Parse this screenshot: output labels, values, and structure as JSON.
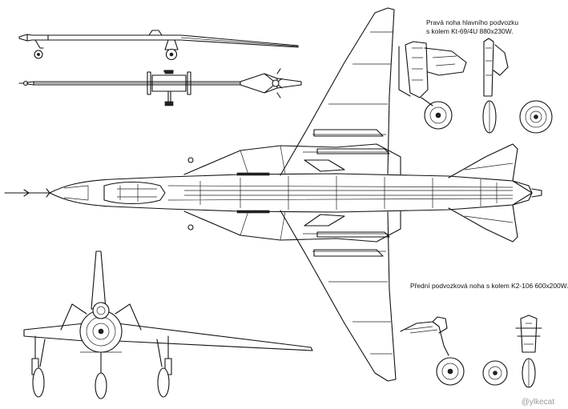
{
  "captions": {
    "main_gear_line1": "Pravá noha hlavního podvozku",
    "main_gear_line2": "s kolem Kt-69/4U 880x230W.",
    "nose_gear": "Přední podvozková noha s kolem K2-106 600x200W."
  },
  "watermark": "@ylkecat",
  "colors": {
    "ink": "#111111",
    "paper": "#ffffff",
    "watermark": "#9a9a9a"
  }
}
